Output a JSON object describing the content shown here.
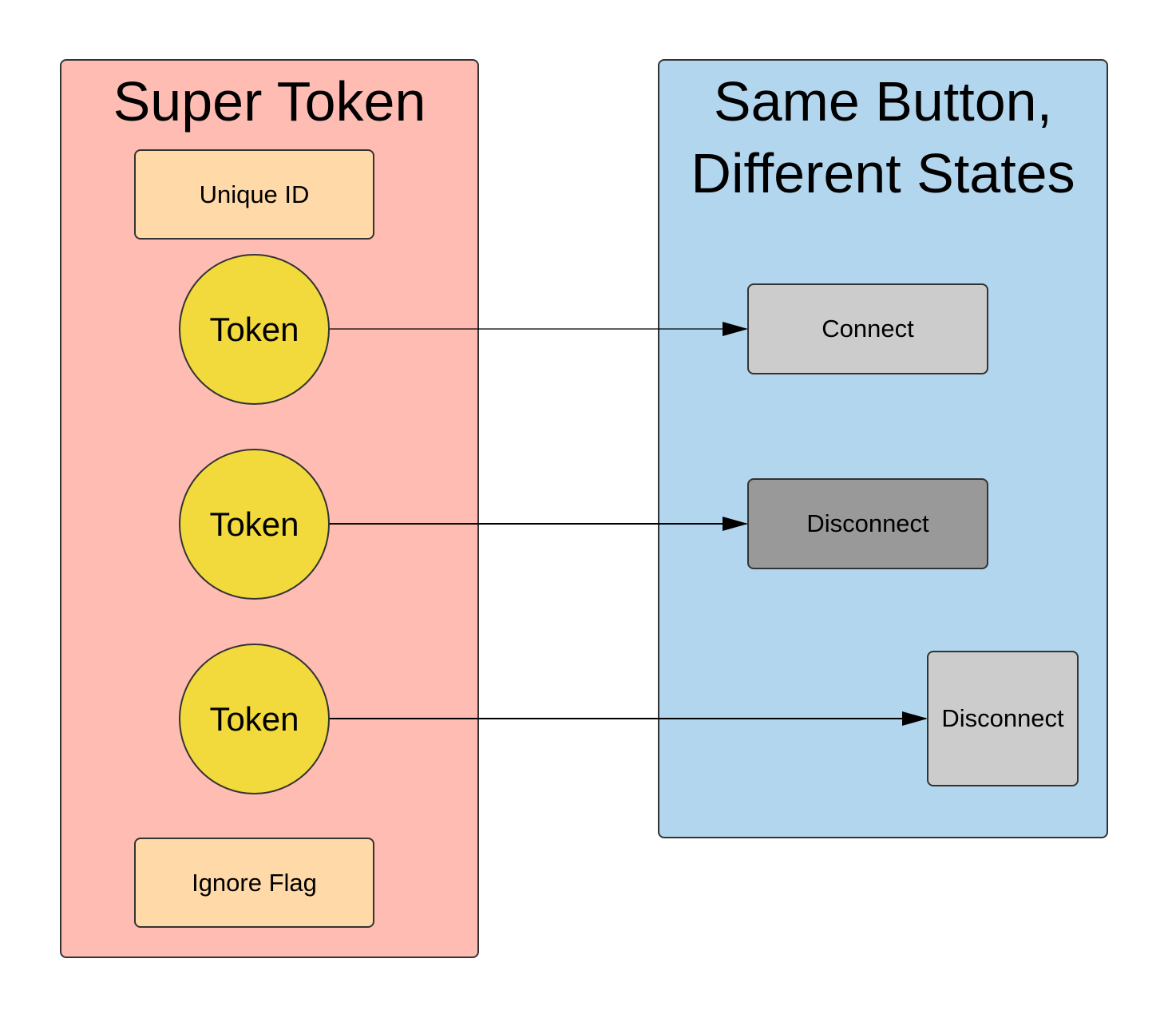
{
  "left_panel": {
    "title": "Super Token",
    "unique_id_label": "Unique ID",
    "tokens": [
      "Token",
      "Token",
      "Token"
    ],
    "ignore_flag_label": "Ignore Flag",
    "color": "#ffbcb3"
  },
  "right_panel": {
    "title": "Same Button,\nDifferent States",
    "buttons": [
      {
        "label": "Connect",
        "color": "#cccccc"
      },
      {
        "label": "Disconnect",
        "color": "#999999"
      },
      {
        "label": "Disconnect",
        "color": "#cccccc"
      }
    ],
    "color": "#b3d6ef"
  },
  "colors": {
    "token": "#f2da3d",
    "field_box": "#ffd9a8",
    "outline": "#333333"
  }
}
